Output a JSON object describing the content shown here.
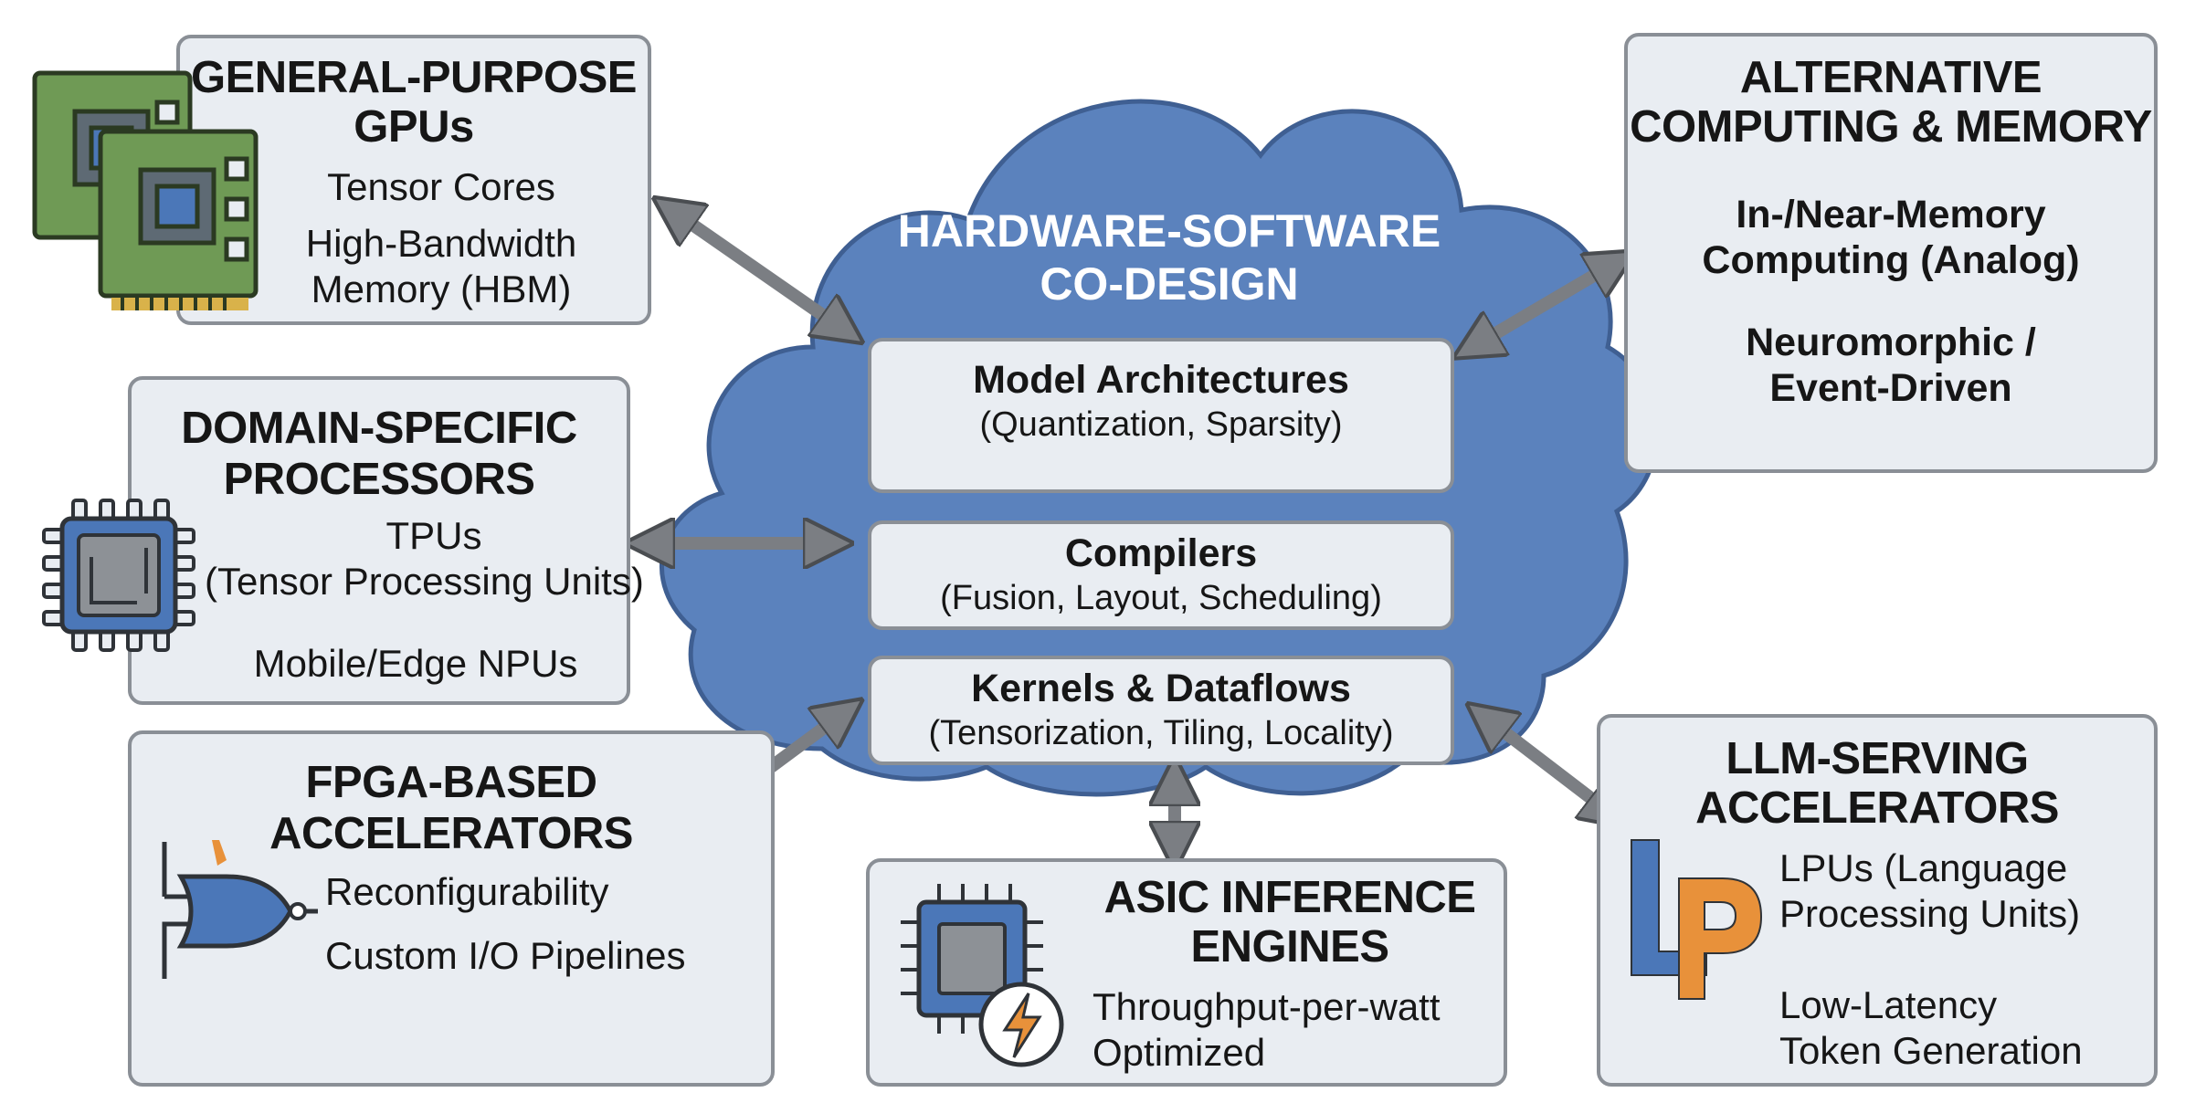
{
  "center": {
    "title_line1": "HARDWARE-SOFTWARE",
    "title_line2": "CO-DESIGN",
    "layers": [
      {
        "name": "Model Architectures",
        "detail": "(Quantization, Sparsity)"
      },
      {
        "name": "Compilers",
        "detail": "(Fusion, Layout, Scheduling)"
      },
      {
        "name": "Kernels & Dataflows",
        "detail": "(Tensorization, Tiling, Locality)"
      }
    ]
  },
  "gpus": {
    "title_line1": "GENERAL-PURPOSE",
    "title_line2": "GPUs",
    "item1": "Tensor Cores",
    "item2_line1": "High-Bandwidth",
    "item2_line2": "Memory (HBM)"
  },
  "domain": {
    "title_line1": "DOMAIN-SPECIFIC",
    "title_line2": "PROCESSORS",
    "item1_line1": "TPUs",
    "item1_line2": "(Tensor Processing Units)",
    "item2": "Mobile/Edge NPUs"
  },
  "fpga": {
    "title_line1": "FPGA-BASED",
    "title_line2": "ACCELERATORS",
    "item1": "Reconfigurability",
    "item2": "Custom I/O Pipelines"
  },
  "asic": {
    "title_line1": "ASIC INFERENCE",
    "title_line2": "ENGINES",
    "item1_line1": "Throughput-per-watt",
    "item1_line2": "Optimized"
  },
  "llm": {
    "title_line1": "LLM-SERVING",
    "title_line2": "ACCELERATORS",
    "logo_text": "LP",
    "item1_line1": "LPUs (Language",
    "item1_line2": "Processing Units)",
    "item2_line1": "Low-Latency",
    "item2_line2": "Token Generation"
  },
  "alt": {
    "title_line1": "ALTERNATIVE",
    "title_line2": "COMPUTING & MEMORY",
    "item1_line1": "In-/Near-Memory",
    "item1_line2": "Computing (Analog)",
    "item2_line1": "Neuromorphic /",
    "item2_line2": "Event-Driven"
  },
  "colors": {
    "cloud": "#5b82bd",
    "box": "#e9edf2",
    "border": "#8a8f96",
    "arrow": "#7b7e83",
    "pcb": "#6f9a55",
    "chip_blue": "#4b77b8",
    "orange": "#e8913a"
  },
  "icons": [
    "gpu-card-icon",
    "processor-chip-icon",
    "logic-gate-icon",
    "asic-chip-bolt-icon",
    "lp-logo-icon"
  ]
}
